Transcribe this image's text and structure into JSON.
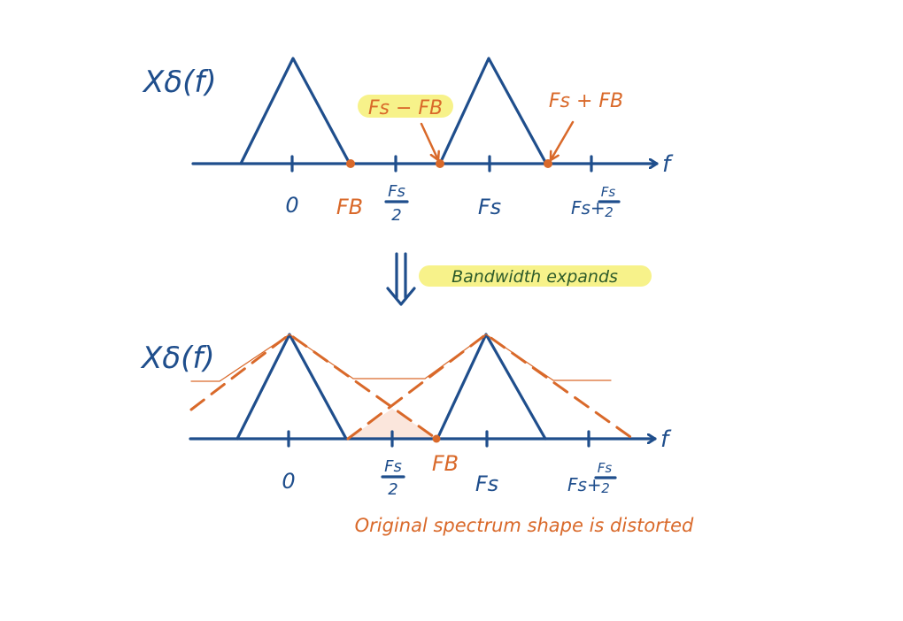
{
  "colors": {
    "blue": "#1f4e8c",
    "orange": "#d9692a",
    "highlight": "#f7f28a",
    "overlap_fill": "#fbe6dc"
  },
  "top": {
    "ylabel": "Xδ(f)",
    "xlabel": "f",
    "ticks": {
      "zero": "0",
      "half_num": "Fs",
      "half_den": "2",
      "fs": "Fs",
      "fs_plus": "Fs+",
      "fs_plus_num": "Fs",
      "fs_plus_den": "2"
    },
    "fb": "FB",
    "fs_minus_fb": "Fs − FB",
    "fs_plus_fb": "Fs + FB"
  },
  "transition": {
    "label": "Bandwidth expands"
  },
  "bottom": {
    "ylabel": "Xδ(f)",
    "xlabel": "f",
    "ticks": {
      "zero": "0",
      "half_num": "Fs",
      "half_den": "2",
      "fs": "Fs",
      "fs_plus": "Fs+",
      "fs_plus_num": "Fs",
      "fs_plus_den": "2"
    },
    "fb": "FB",
    "caption": "Original spectrum shape is distorted"
  }
}
